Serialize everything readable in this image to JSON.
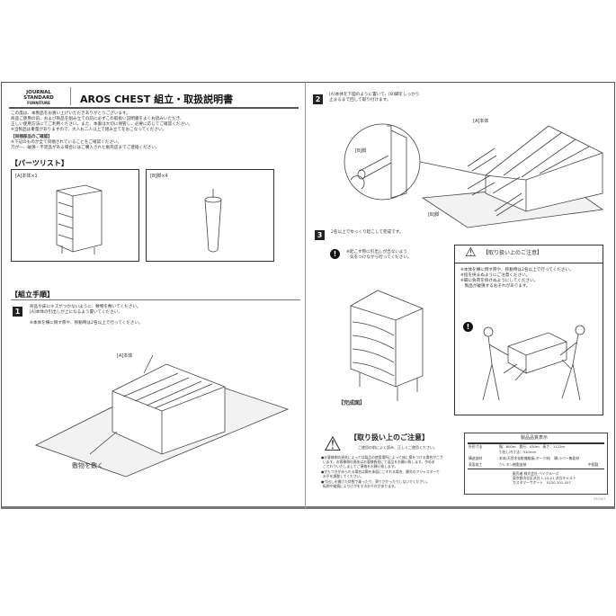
{
  "header": {
    "brand_line1": "JOURNAL STANDARD",
    "brand_line2": "FURNITURE",
    "title": "AROS CHEST 組立・取扱説明書"
  },
  "intro": [
    "この度は、本製品をお買い上げいただきありがとうございます。",
    "商品ご使用の前、および商品を組み立ての前に必ずこの取扱い説明書をよくお読みいただき、",
    "正しい使用方法にてご利用ください。また、本書は大切に保管し、必要に応じてご確認ください。",
    "※当製品は重量がありますので、大人お二人以上で組み立てをおこなってください。"
  ],
  "contents_check": {
    "title": "【同梱部品のご確認】",
    "lines": [
      "※下記のものが全て同梱されていることをご確認ください。",
      "万が一、破損・不足品がある場合にはご購入された販売店までご連絡ください。"
    ]
  },
  "parts": {
    "title": "【パーツリスト】",
    "items": [
      {
        "label": "[A]本体×1"
      },
      {
        "label": "[B]脚×4"
      }
    ]
  },
  "assembly": {
    "title": "【組立手順】",
    "step1": {
      "num": "1",
      "lines": [
        "商品や床にキズがつかないように、敷物を敷いてください。",
        "[A]本体の引出しが上になるよう置いてください。"
      ],
      "note": "※本体を横に倒す際や、移動時は2名以上で行ってください。",
      "label_body": "[A]本体",
      "label_mat": "敷物を敷く"
    },
    "step2": {
      "num": "2",
      "lines": [
        "[A]本体を下図のように置いて、[B]脚をしっかり",
        "止まるまで回して取り付けます。"
      ],
      "label_body": "[A]本体",
      "label_leg_detail": "[B]脚",
      "label_leg": "[B]脚"
    },
    "step3": {
      "num": "3",
      "text": "2名以上でゆっくり起こして完成です。",
      "warning": [
        "※起こす際に引出しが出ないよう",
        "気をつけながら行ってください。"
      ],
      "label_complete": "【完成図】"
    }
  },
  "caution_box": {
    "title": "【取り扱い上のご注意】",
    "lines": [
      "※本体を横に倒す際や、移動時は2名以上で行ってください。",
      "※指を挟まぬようにご注意ください。",
      "※脚に負荷を掛けぬようにしてください。",
      "　製品が破損するおそれがあります。"
    ]
  },
  "caution_bottom": {
    "title": "【取り扱い上のご注意】",
    "subtitle": "ご使用の前によく読み、正しくご使用ください。",
    "lines": [
      "●お客様側の過失によっては製品の使用場所によって床に傷をつける場合がござ",
      "います。お客様側の過失はお客様負担にて返品をお願い致します。予めお",
      "ことわりいたしましてご連絡をお願い致します。",
      "●がたつきがみられる場合は脚を床面にこすれる場合、脚先のアジャスターで",
      "水平を調整してください。",
      "●引出しを開けた状態で乗ったり、寄りかかったりしないでください。",
      "転倒や破損によりけがをするおそれがあります。"
    ]
  },
  "quality": {
    "title": "製品品質表示",
    "rows": [
      {
        "key": "外形寸法",
        "value": "幅：800m　奥行：430m　高さ：1123m",
        "value2": "引出し内寸法：310mm"
      },
      {
        "key": "構造部材",
        "value": "本体/天然木化粧繊維板(オーク材)　脚/ラバー無垢材"
      },
      {
        "key": "表面加工",
        "value": "ウレタン樹脂塗装",
        "extra": "中国製"
      }
    ],
    "seller": [
      "販売者 株式会社 ベイクルーズ",
      "東京都渋谷区渋谷 1-23-21 渋谷キャスト",
      "カスタマーサポート　0120-301-457"
    ]
  },
  "doc_code": "250307"
}
